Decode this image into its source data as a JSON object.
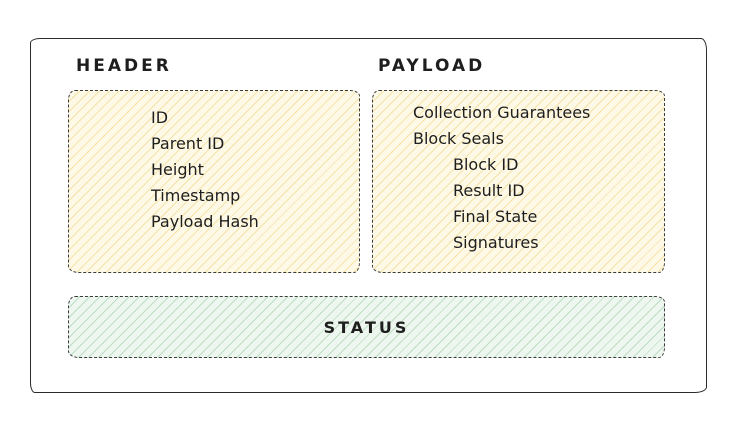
{
  "diagram": {
    "header": {
      "label": "HEADER",
      "fields": [
        "ID",
        "Parent ID",
        "Height",
        "Timestamp",
        "Payload Hash"
      ]
    },
    "payload": {
      "label": "PAYLOAD",
      "fields": [
        {
          "text": "Collection Guarantees",
          "indent": 0
        },
        {
          "text": "Block Seals",
          "indent": 0
        },
        {
          "text": "Block ID",
          "indent": 1
        },
        {
          "text": "Result ID",
          "indent": 1
        },
        {
          "text": "Final State",
          "indent": 1
        },
        {
          "text": "Signatures",
          "indent": 1
        }
      ]
    },
    "status": {
      "label": "STATUS"
    },
    "colors": {
      "yellow_fill": "#fdf9e6",
      "yellow_hatch": "#e9c452",
      "green_fill": "#eef7ef",
      "green_hatch": "#76b683",
      "stroke": "#2b2b2b",
      "dash_stroke": "#3c3c3c",
      "text": "#1e1e1e"
    }
  }
}
